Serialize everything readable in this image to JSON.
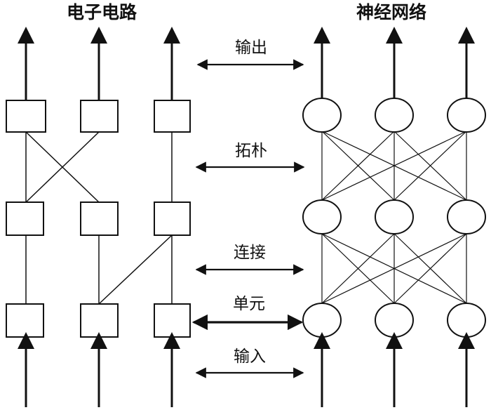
{
  "titles": {
    "left": "电子电路",
    "right": "神经网络"
  },
  "labels": {
    "output": "输出",
    "topology": "拓朴",
    "connection": "连接",
    "unit": "单元",
    "input": "输入"
  }
}
